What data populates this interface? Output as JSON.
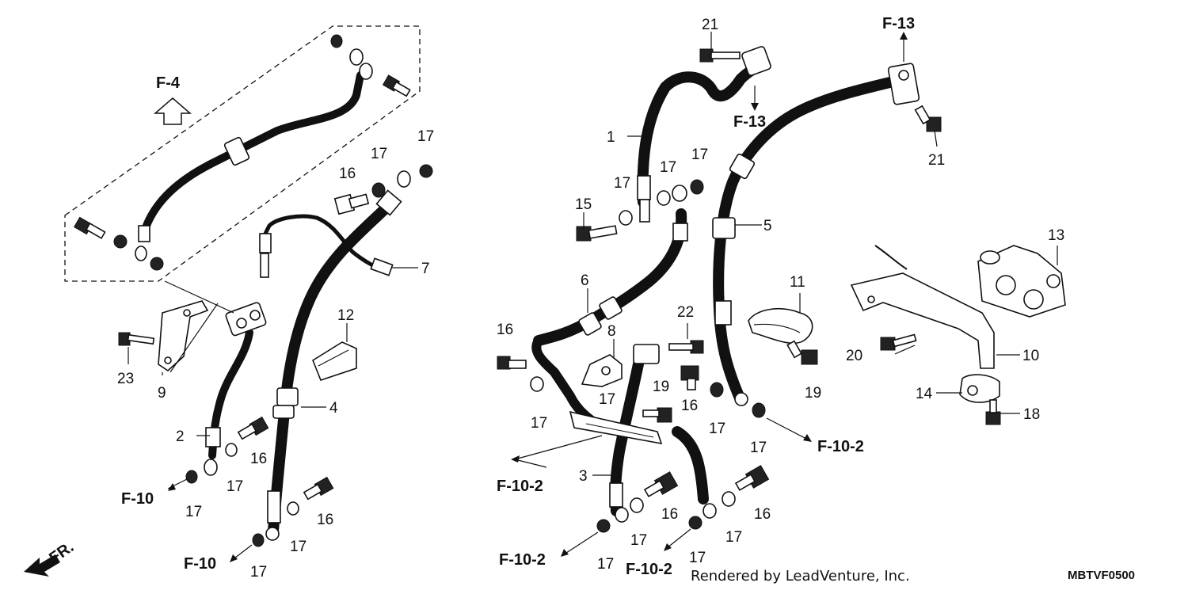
{
  "diagram": {
    "refs": {
      "f4": "F-4",
      "f13_top": "F-13",
      "f13_mid": "F-13",
      "f10_a": "F-10",
      "f10_b": "F-10",
      "f102_a": "F-10-2",
      "f102_b": "F-10-2",
      "f102_c": "F-10-2",
      "f102_d": "F-10-2",
      "fr": "FR."
    },
    "parts": {
      "p1": "1",
      "p2": "2",
      "p3": "3",
      "p4": "4",
      "p5": "5",
      "p6": "6",
      "p7": "7",
      "p8": "8",
      "p9": "9",
      "p10": "10",
      "p11": "11",
      "p12": "12",
      "p13": "13",
      "p14": "14",
      "p15": "15",
      "p16a": "16",
      "p16b": "16",
      "p16c": "16",
      "p16d": "16",
      "p16e": "16",
      "p16f": "16",
      "p16g": "16",
      "p17a": "17",
      "p17b": "17",
      "p17c": "17",
      "p17d": "17",
      "p17e": "17",
      "p17f": "17",
      "p17g": "17",
      "p17h": "17",
      "p17i": "17",
      "p17j": "17",
      "p17k": "17",
      "p17l": "17",
      "p17m": "17",
      "p17n": "17",
      "p17o": "17",
      "p17p": "17",
      "p17q": "17",
      "p17r": "17",
      "p18": "18",
      "p19a": "19",
      "p19b": "19",
      "p20": "20",
      "p21a": "21",
      "p21b": "21",
      "p22": "22",
      "p23": "23"
    },
    "footer": {
      "rendered_by": "Rendered by LeadVenture, Inc.",
      "code": "MBTVF0500"
    }
  }
}
